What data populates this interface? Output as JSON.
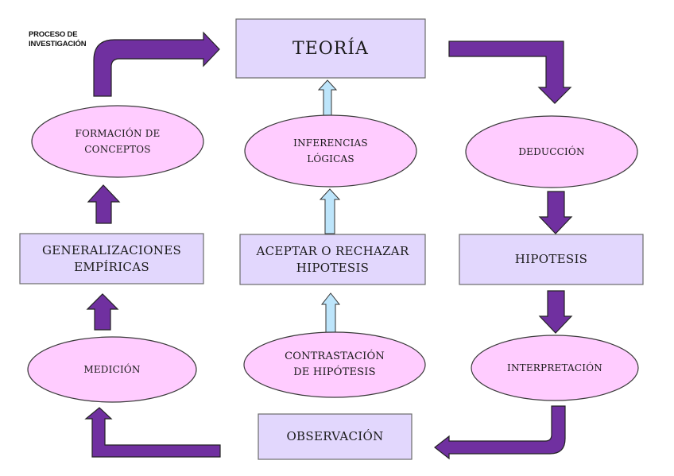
{
  "title": {
    "lines": [
      "PROCESO DE",
      "INVESTIGACIÓN"
    ]
  },
  "colors": {
    "rect_fill": "#e2d7fd",
    "rect_stroke": "#6b6b6b",
    "ellipse_fill": "#ffccff",
    "ellipse_stroke": "#3a3a3a",
    "arrow_purple": "#7030a0",
    "arrow_light": "#bde5fb"
  },
  "nodes": {
    "teoria": {
      "shape": "rectangle",
      "lines": [
        "TEORÍA"
      ]
    },
    "deduccion": {
      "shape": "ellipse",
      "lines": [
        "DEDUCCIÓN"
      ]
    },
    "hipotesis": {
      "shape": "rectangle",
      "lines": [
        "HIPOTESIS"
      ]
    },
    "interpretacion": {
      "shape": "ellipse",
      "lines": [
        "INTERPRETACIÓN"
      ]
    },
    "observacion": {
      "shape": "rectangle",
      "lines": [
        "OBSERVACIÓN"
      ]
    },
    "medicion": {
      "shape": "ellipse",
      "lines": [
        "MEDICIÓN"
      ]
    },
    "generalizaciones": {
      "shape": "rectangle",
      "lines": [
        "GENERALIZACIONES",
        "EMPÍRICAS"
      ]
    },
    "formacion": {
      "shape": "ellipse",
      "lines": [
        "FORMACIÓN DE",
        "CONCEPTOS"
      ]
    },
    "contrastacion": {
      "shape": "ellipse",
      "lines": [
        "CONTRASTACIÓN",
        "DE HIPÓTESIS"
      ]
    },
    "aceptar": {
      "shape": "rectangle",
      "lines": [
        "ACEPTAR O RECHAZAR",
        "HIPOTESIS"
      ]
    },
    "inferencias": {
      "shape": "ellipse",
      "lines": [
        "INFERENCIAS",
        "LÓGICAS"
      ]
    }
  },
  "edges": [
    {
      "from": "formacion",
      "to": "teoria",
      "style": "purple-bent"
    },
    {
      "from": "teoria",
      "to": "deduccion",
      "style": "purple-bent"
    },
    {
      "from": "deduccion",
      "to": "hipotesis",
      "style": "purple"
    },
    {
      "from": "hipotesis",
      "to": "interpretacion",
      "style": "purple"
    },
    {
      "from": "interpretacion",
      "to": "observacion",
      "style": "purple-bent"
    },
    {
      "from": "observacion",
      "to": "medicion",
      "style": "purple-bent"
    },
    {
      "from": "medicion",
      "to": "generalizaciones",
      "style": "purple"
    },
    {
      "from": "generalizaciones",
      "to": "formacion",
      "style": "purple"
    },
    {
      "from": "contrastacion",
      "to": "aceptar",
      "style": "light-blue"
    },
    {
      "from": "aceptar",
      "to": "inferencias",
      "style": "light-blue"
    },
    {
      "from": "inferencias",
      "to": "teoria",
      "style": "light-blue"
    }
  ]
}
